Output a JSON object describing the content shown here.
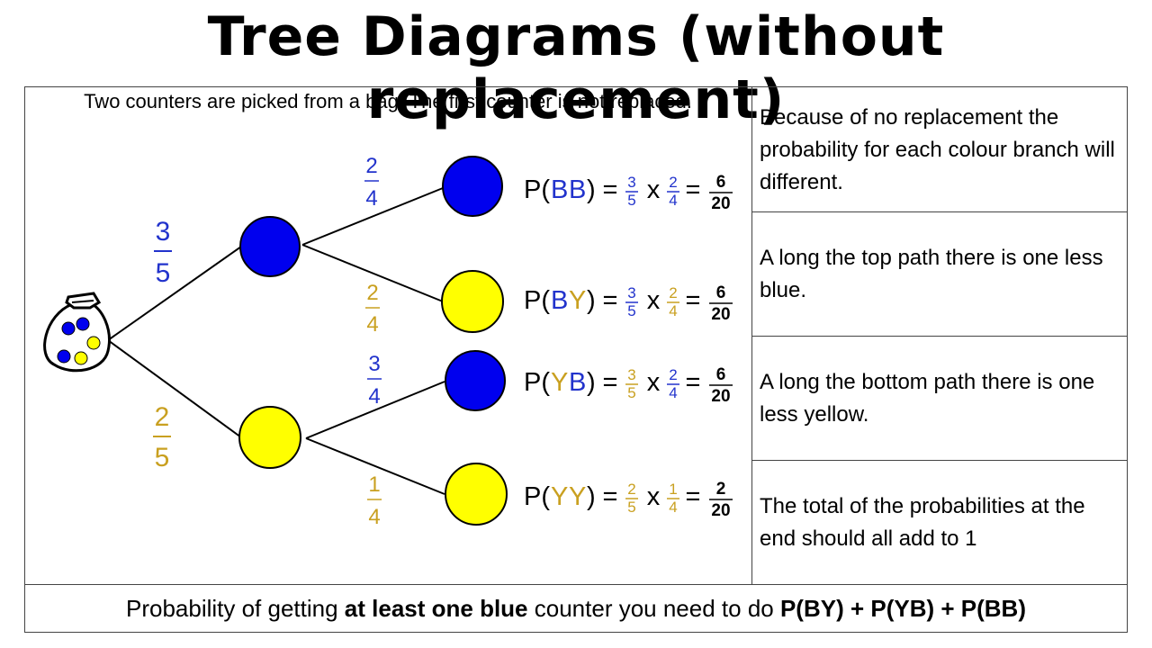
{
  "title": "Tree Diagrams (without replacement)",
  "intro": "Two counters are picked from a bag. The first counter is not replaced.",
  "colors": {
    "blue": "#0000ee",
    "yellow": "#ffff00",
    "blue_text": "#2233cc",
    "yellow_text": "#c9a020"
  },
  "branches": {
    "first_blue": {
      "num": "3",
      "den": "5"
    },
    "first_yellow": {
      "num": "2",
      "den": "5"
    },
    "bb": {
      "num": "2",
      "den": "4"
    },
    "by": {
      "num": "2",
      "den": "4"
    },
    "yb": {
      "num": "3",
      "den": "4"
    },
    "yy": {
      "num": "1",
      "den": "4"
    }
  },
  "outcomes": [
    {
      "label_prefix": "P(",
      "c1": "B",
      "c2": "B",
      "label_suffix": ")",
      "eq": "=",
      "times": "x",
      "f1n": "3",
      "f1d": "5",
      "f2n": "2",
      "f2d": "4",
      "rn": "6",
      "rd": "20"
    },
    {
      "label_prefix": "P(",
      "c1": "B",
      "c2": "Y",
      "label_suffix": ")",
      "eq": "=",
      "times": "x",
      "f1n": "3",
      "f1d": "5",
      "f2n": "2",
      "f2d": "4",
      "rn": "6",
      "rd": "20"
    },
    {
      "label_prefix": "P(",
      "c1": "Y",
      "c2": "B",
      "label_suffix": ")",
      "eq": "=",
      "times": "x",
      "f1n": "3",
      "f1d": "5",
      "f2n": "2",
      "f2d": "4",
      "rn": "6",
      "rd": "20"
    },
    {
      "label_prefix": "P(",
      "c1": "Y",
      "c2": "Y",
      "label_suffix": ")",
      "eq": "=",
      "times": "x",
      "f1n": "2",
      "f1d": "5",
      "f2n": "1",
      "f2d": "4",
      "rn": "2",
      "rd": "20"
    }
  ],
  "notes": [
    "Because of no replacement the probability for each colour branch will different.",
    "A long the top path there is one less blue.",
    "A long the bottom path there is one less yellow.",
    "The total of the probabilities at the end should all add to 1"
  ],
  "footer": {
    "part1": "Probability of getting ",
    "bold1": "at least one blue",
    "part2": " counter you need to do ",
    "bold2": "P(BY) + P(YB) + P(BB)"
  }
}
